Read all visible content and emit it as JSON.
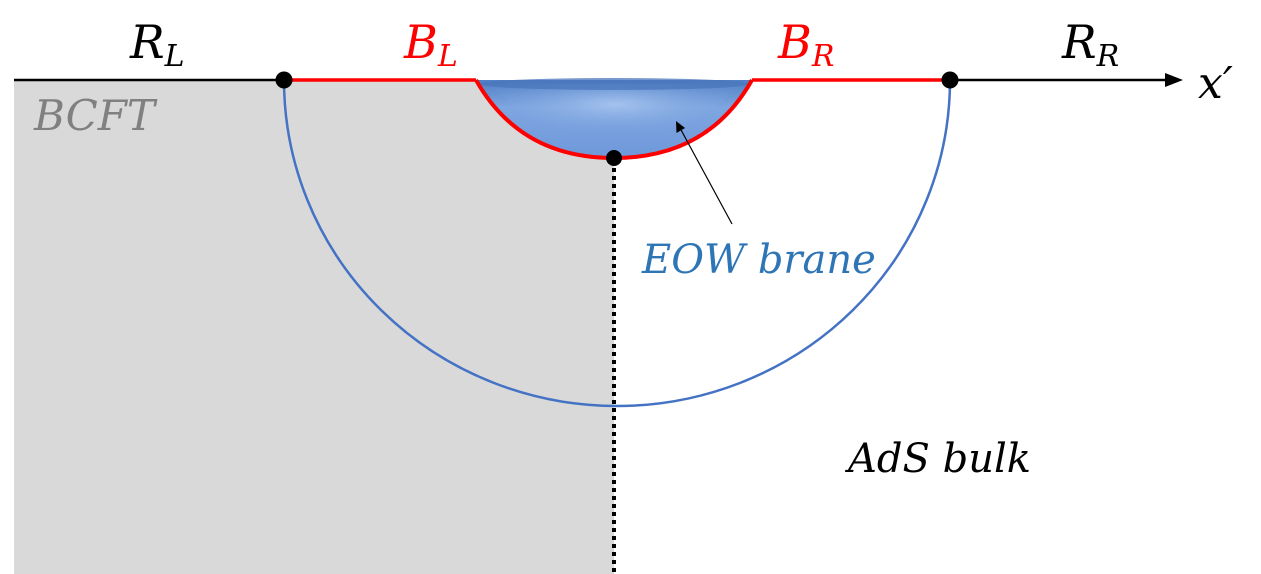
{
  "labels": {
    "left_region": {
      "main": "R",
      "sub": "L"
    },
    "left_boundary": {
      "main": "B",
      "sub": "L"
    },
    "right_boundary": {
      "main": "B",
      "sub": "R"
    },
    "right_region": {
      "main": "R",
      "sub": "R"
    },
    "axis": "x′",
    "bcft": "BCFT",
    "eow_brane": "EOW brane",
    "ads_bulk": "AdS bulk"
  },
  "colors": {
    "black": "#000000",
    "red": "#ff0000",
    "blue_label": "#2e75b6",
    "blue_arc": "#4472c4",
    "gray_region": "#d9d9d9",
    "gray_text": "#808080",
    "brane_fill": "#7ea6e0"
  }
}
